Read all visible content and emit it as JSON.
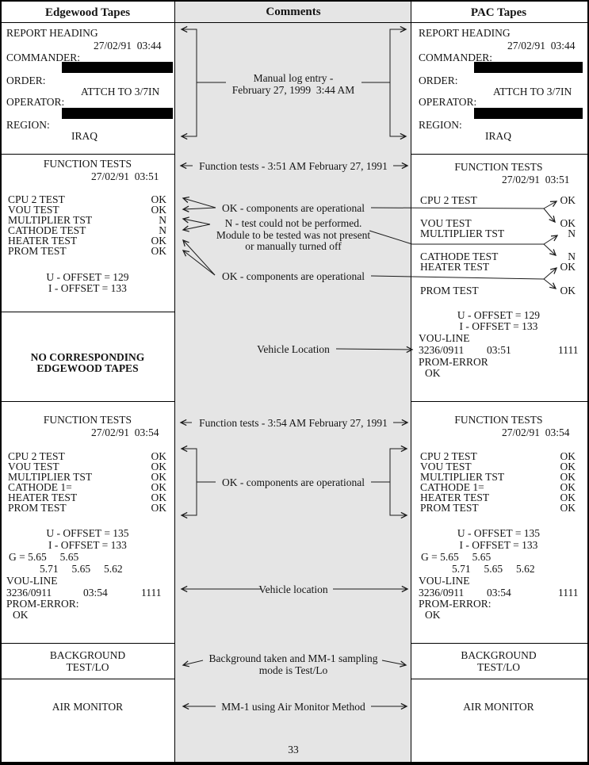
{
  "page_number": "33",
  "colors": {
    "comments_bg": "#e5e5e5",
    "line": "#1a1a1a",
    "redaction": "#000000"
  },
  "headers": {
    "left": "Edgewood Tapes",
    "middle": "Comments",
    "right": "PAC Tapes"
  },
  "report_heading": {
    "title": "REPORT HEADING",
    "datetime": "27/02/91  03:44",
    "commander": "COMMANDER:",
    "order": "ORDER:",
    "order_value": "ATTCH TO 3/7IN",
    "operator": "OPERATOR:",
    "region": "REGION:",
    "region_value": "IRAQ"
  },
  "ft351": {
    "title": "FUNCTION TESTS",
    "datetime": "27/02/91  03:51",
    "tests": [
      {
        "name": "CPU 2 TEST",
        "result": "OK"
      },
      {
        "name": "VOU TEST",
        "result": "OK"
      },
      {
        "name": "MULTIPLIER TST",
        "result": "N"
      },
      {
        "name": "CATHODE TEST",
        "result": "N"
      },
      {
        "name": "HEATER TEST",
        "result": "OK"
      },
      {
        "name": "PROM TEST",
        "result": "OK"
      }
    ],
    "u_offset": "U - OFFSET = 129",
    "i_offset": "I - OFFSET = 133"
  },
  "pac351_extra": {
    "vou_line": "VOU-LINE",
    "line_id": "3236/0911",
    "line_time": "03:51",
    "line_code": "1111",
    "prom_error": "PROM-ERROR",
    "prom_value": "OK"
  },
  "no_tapes": {
    "line1": "NO CORRESPONDING",
    "line2": "EDGEWOOD TAPES"
  },
  "ft354": {
    "title": "FUNCTION TESTS",
    "datetime": "27/02/91  03:54",
    "tests": [
      {
        "name": "CPU 2 TEST",
        "result": "OK"
      },
      {
        "name": "VOU TEST",
        "result": "OK"
      },
      {
        "name": "MULTIPLIER TST",
        "result": "OK"
      },
      {
        "name": "CATHODE 1=",
        "result": "OK"
      },
      {
        "name": "HEATER TEST",
        "result": "OK"
      },
      {
        "name": "PROM TEST",
        "result": "OK"
      }
    ],
    "u_offset": "U - OFFSET = 135",
    "i_offset": "I - OFFSET = 133",
    "g1": "G = 5.65     5.65",
    "g2": "5.71     5.65     5.62",
    "vou_line": "VOU-LINE",
    "line_id": "3236/0911",
    "line_time": "03:54",
    "line_code": "1111",
    "prom_error": "PROM-ERROR:",
    "prom_value": "OK"
  },
  "background_row": {
    "line1": "BACKGROUND",
    "line2": "TEST/LO"
  },
  "air_monitor_row": "AIR MONITOR",
  "comments": {
    "manual_log_1": "Manual log entry -",
    "manual_log_2": "February 27, 1999  3:44 AM",
    "ft351": "Function tests - 3:51 AM February 27, 1991",
    "ok1": "OK - components are operational",
    "n1": "N - test could not be performed.",
    "n2": "Module to be tested was not present",
    "n3": "or manually turned off",
    "ok2": "OK - components are operational",
    "vehicle1": "Vehicle Location",
    "ft354": "Function tests - 3:54 AM February 27, 1991",
    "ok3": "OK - components are operational",
    "vehicle2": "Vehicle location",
    "bg1": "Background taken and MM-1 sampling",
    "bg2": "mode is Test/Lo",
    "air": "MM-1 using Air Monitor Method"
  }
}
